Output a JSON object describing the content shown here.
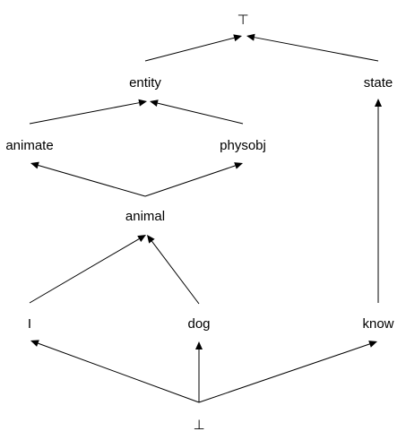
{
  "diagram": {
    "nodes": {
      "top": "⊤",
      "entity": "entity",
      "state": "state",
      "animate": "animate",
      "physobj": "physobj",
      "animal": "animal",
      "i": "I",
      "dog": "dog",
      "know": "know",
      "bottom": "⊥"
    },
    "edges": [
      {
        "from": "entity",
        "to": "top"
      },
      {
        "from": "state",
        "to": "top"
      },
      {
        "from": "animate",
        "to": "entity"
      },
      {
        "from": "physobj",
        "to": "entity"
      },
      {
        "from": "animal",
        "to": "animate"
      },
      {
        "from": "animal",
        "to": "physobj"
      },
      {
        "from": "i",
        "to": "animal"
      },
      {
        "from": "dog",
        "to": "animal"
      },
      {
        "from": "know",
        "to": "state"
      },
      {
        "from": "bottom",
        "to": "i"
      },
      {
        "from": "bottom",
        "to": "dog"
      },
      {
        "from": "bottom",
        "to": "know"
      }
    ]
  }
}
